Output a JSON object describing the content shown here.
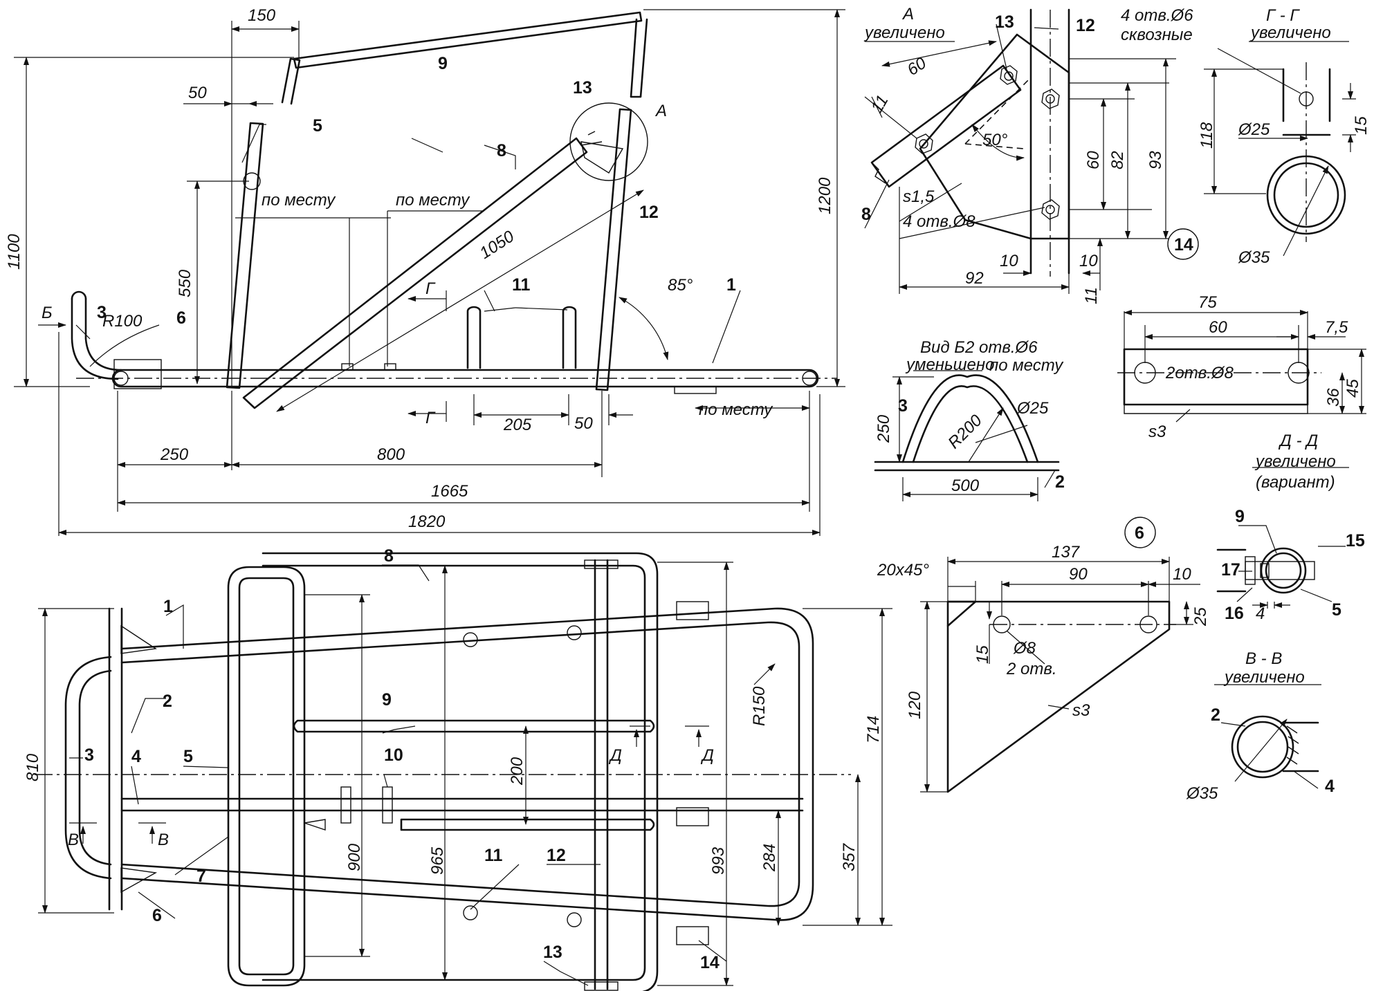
{
  "side_view": {
    "dims": {
      "d150": "150",
      "d50": "50",
      "d1100": "1100",
      "d550": "550",
      "d1200": "1200",
      "d1050": "1050",
      "d205": "205",
      "d50b": "50",
      "d250": "250",
      "d800": "800",
      "d1665": "1665",
      "d1820": "1820",
      "r100": "R100",
      "a85": "85°"
    },
    "notes": {
      "po_mestu_1": "по месту",
      "po_mestu_2": "по месту",
      "po_mestu_3": "по месту",
      "view_b": "Б",
      "section_g1": "Г",
      "section_g2": "Г",
      "detail_a": "А"
    },
    "parts": {
      "p1": "1",
      "p3": "3",
      "p5": "5",
      "p6": "6",
      "p8": "8",
      "p9": "9",
      "p11": "11",
      "p12": "12",
      "p13": "13"
    }
  },
  "top_view": {
    "dims": {
      "d810": "810",
      "d900": "900",
      "d965": "965",
      "d993": "993",
      "d714": "714",
      "d357": "357",
      "d284": "284",
      "d200": "200",
      "r150": "R150"
    },
    "notes": {
      "sec_v1": "В",
      "sec_v2": "В",
      "sec_d1": "Д",
      "sec_d2": "Д"
    },
    "parts": {
      "p1": "1",
      "p2": "2",
      "p3": "3",
      "p4": "4",
      "p5": "5",
      "p6": "6",
      "p7": "7",
      "p8": "8",
      "p9": "9",
      "p10": "10",
      "p11": "11",
      "p12": "12",
      "p13": "13",
      "p14": "14"
    }
  },
  "detail_a": {
    "title": "А",
    "subtitle": "увеличено",
    "dims": {
      "d60": "60",
      "d11": "11",
      "a50": "50°",
      "s15": "s1,5",
      "holes": "4 отв.Ø8",
      "d60v": "60",
      "d82": "82",
      "d93": "93",
      "d10a": "10",
      "d10b": "10",
      "d92": "92",
      "d11b": "11"
    },
    "parts": {
      "p13": "13",
      "p12": "12",
      "p8": "8",
      "p14": "14"
    }
  },
  "section_gg": {
    "title": "Г - Г",
    "subtitle": "увеличено",
    "holes_1": "4 отв.Ø6",
    "holes_2": "сквозные",
    "dims": {
      "d118": "118",
      "d15": "15",
      "d25": "Ø25",
      "d35": "Ø35"
    }
  },
  "view_b": {
    "title": "Вид Б",
    "subtitle": "уменьшено",
    "holes_1": "2 отв.Ø6",
    "holes_2": "по месту",
    "dims": {
      "d250": "250",
      "r200": "R200",
      "d25": "Ø25",
      "d500": "500"
    },
    "parts": {
      "p3": "3",
      "p2": "2"
    }
  },
  "plate_14": {
    "dims": {
      "d75": "75",
      "d60": "60",
      "d7_5": "7,5",
      "holes": "2отв.Ø8",
      "d36": "36",
      "d45": "45",
      "s3": "s3"
    }
  },
  "plate_6": {
    "badge": "6",
    "dims": {
      "chamfer": "20x45°",
      "d137": "137",
      "d90": "90",
      "d10": "10",
      "d25": "25",
      "d15": "15",
      "d8": "Ø8",
      "holes": "2 отв.",
      "d120": "120",
      "s3": "s3"
    }
  },
  "section_dd": {
    "title": "Д - Д",
    "subtitle": "увеличено",
    "variant": "(вариант)",
    "dims": {
      "d4": "4"
    },
    "parts": {
      "p9": "9",
      "p15": "15",
      "p17": "17",
      "p16": "16",
      "p5": "5"
    }
  },
  "section_vv": {
    "title": "В - В",
    "subtitle": "увеличено",
    "dims": {
      "d35": "Ø35"
    },
    "parts": {
      "p2": "2",
      "p4": "4"
    }
  }
}
